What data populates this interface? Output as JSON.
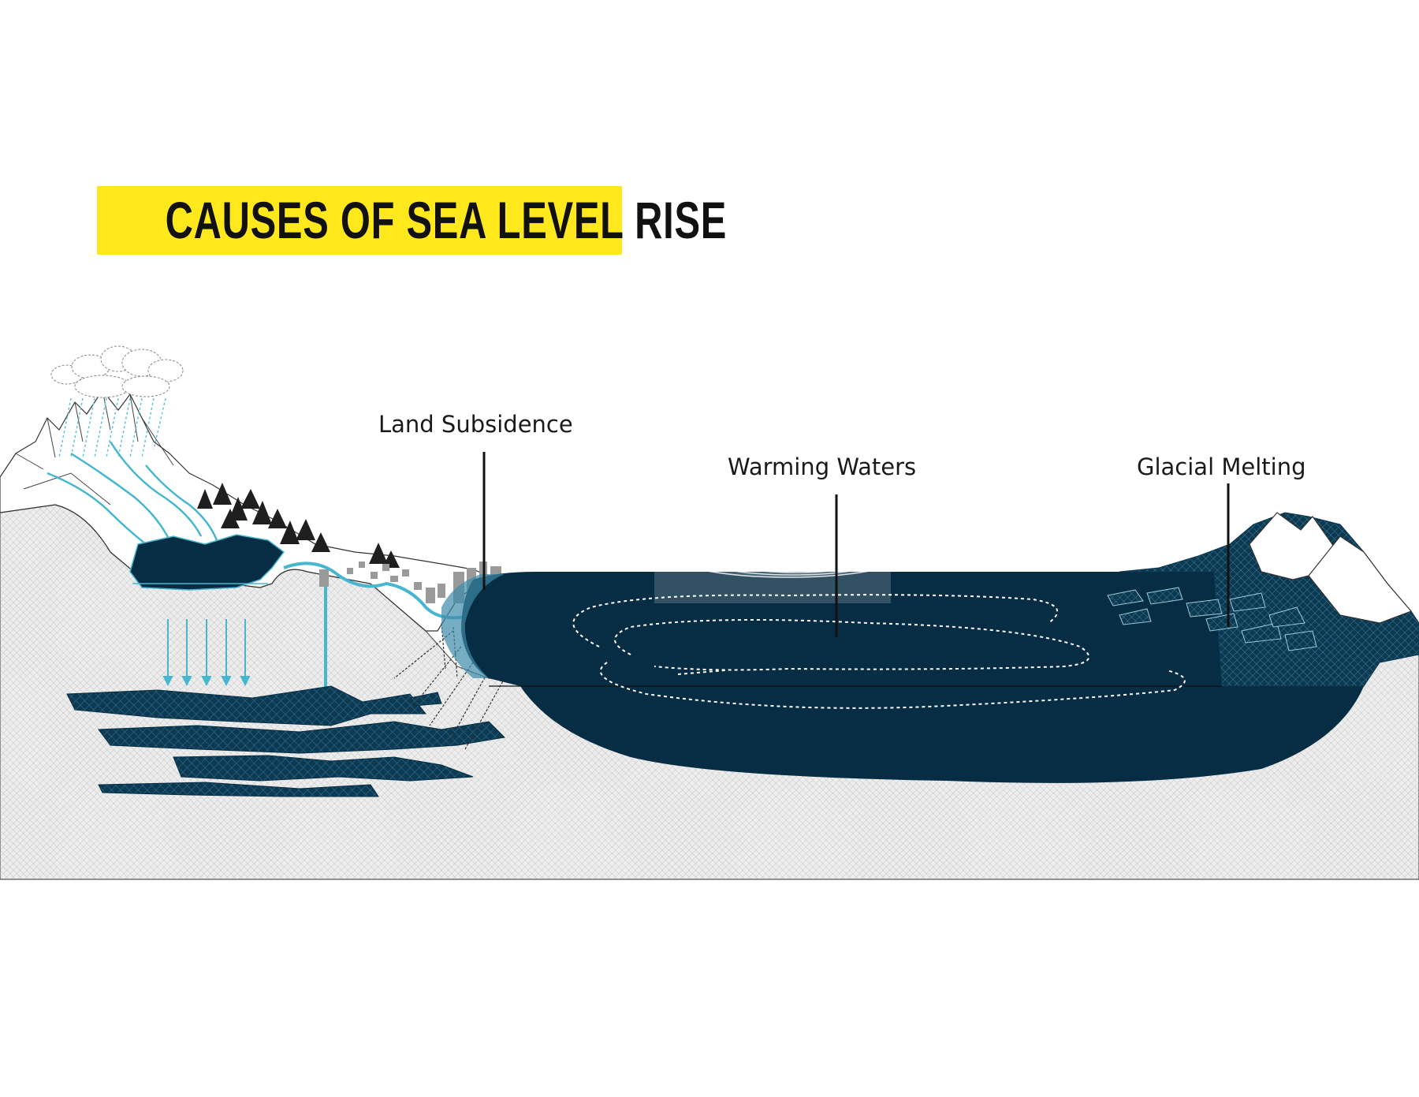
{
  "title": "CAUSES OF SEA LEVEL RISE",
  "labels": {
    "land_subsidence": "Land Subsidence",
    "warming_waters": "Warming Waters",
    "glacial_melting": "Glacial Melting"
  },
  "colors": {
    "title_band": "#ffe81c",
    "ocean": "#062d43",
    "meltwater": "#46b7cf",
    "ground_fill": "#ececec",
    "ground_hatch": "#b9b9b9",
    "ice": "#ffffff",
    "glacier_hatch": "#2c6b86"
  }
}
